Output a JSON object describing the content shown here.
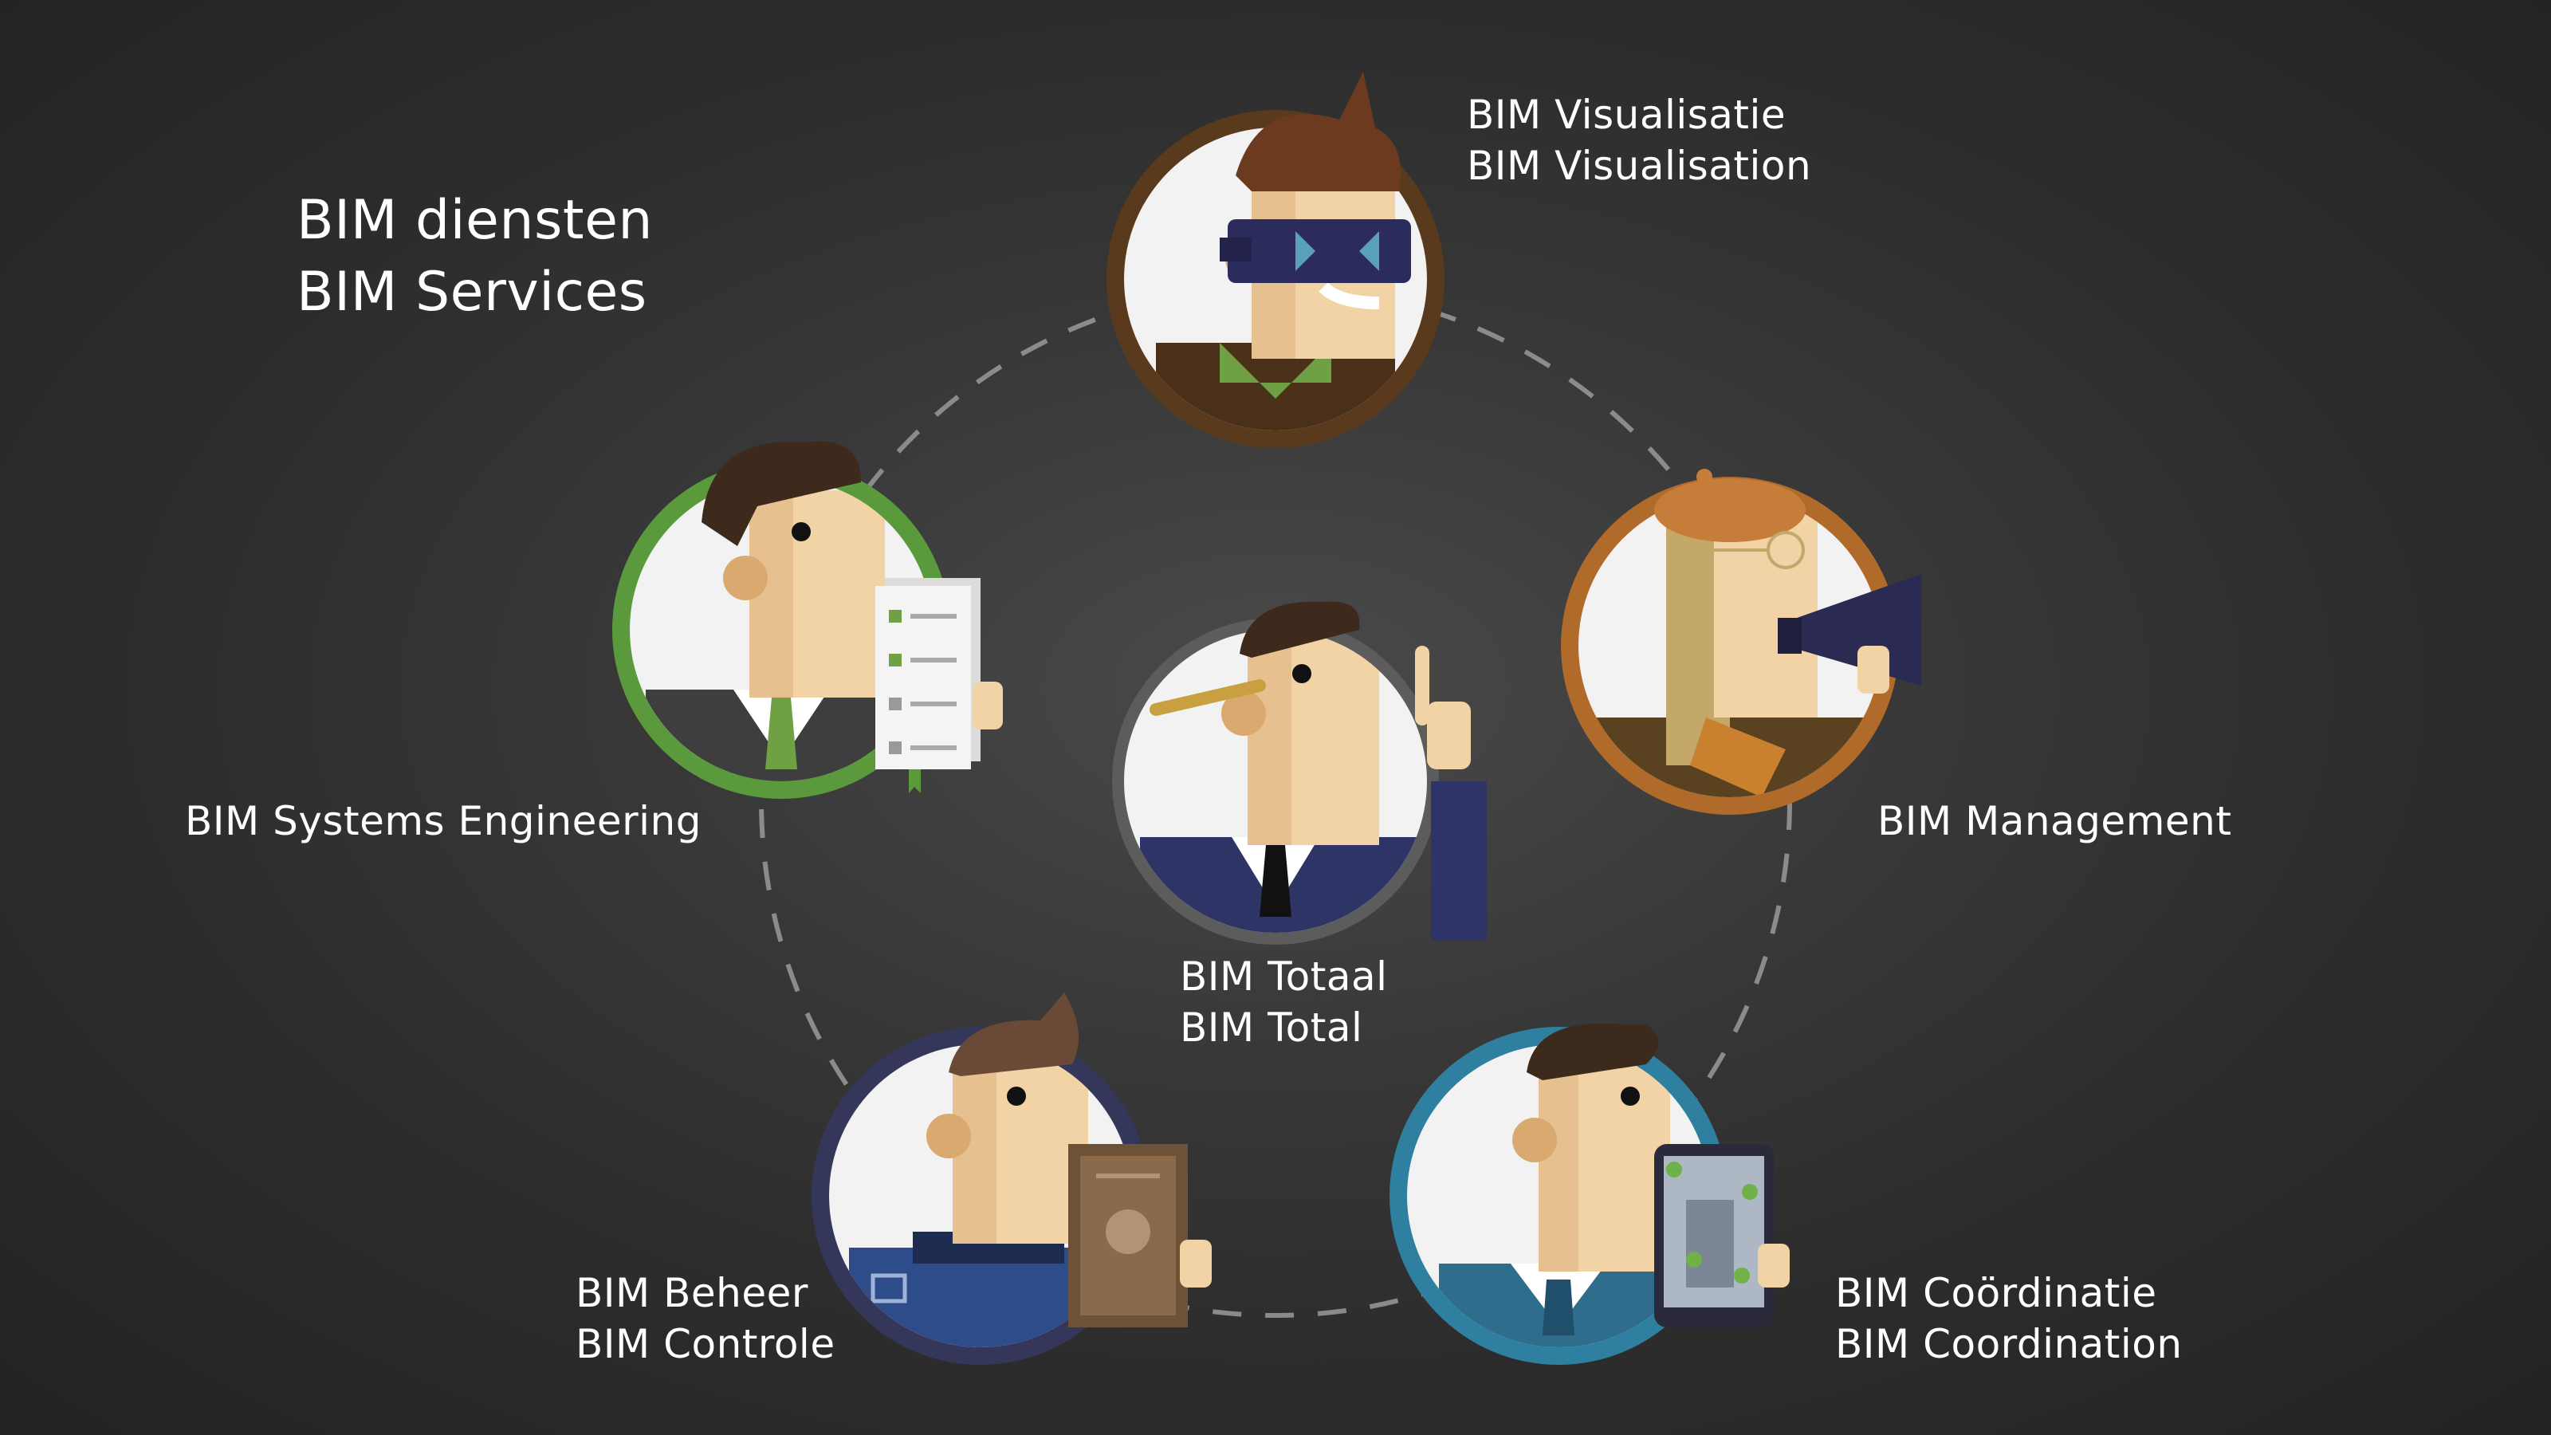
{
  "heading": {
    "line1": "BIM diensten",
    "line2": "BIM Services"
  },
  "services": {
    "visualisatie": {
      "line1": "BIM Visualisatie",
      "line2": "BIM Visualisation",
      "ring_color": "#5a3a1c"
    },
    "management": {
      "line1": "BIM Management",
      "ring_color": "#b06a2a"
    },
    "coordinatie": {
      "line1": "BIM Coördinatie",
      "line2": "BIM Coordination",
      "ring_color": "#2f7fa0"
    },
    "beheer": {
      "line1": "BIM Beheer",
      "line2": "BIM Controle",
      "ring_color": "#34375a"
    },
    "systems_engineering": {
      "line1": "BIM Systems Engineering",
      "ring_color": "#5a9a3c"
    },
    "totaal": {
      "line1": "BIM Totaal",
      "line2": "BIM Total",
      "ring_color": "#5c5c5c"
    }
  },
  "colors": {
    "background": "#2b2b2b",
    "text": "#ffffff",
    "connector": "#9a9a9a"
  }
}
